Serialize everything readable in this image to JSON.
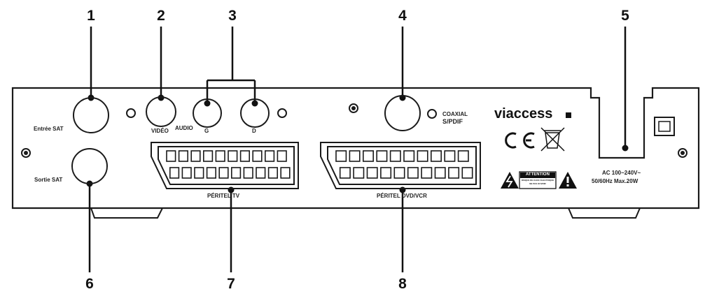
{
  "callouts": {
    "n1": "1",
    "n2": "2",
    "n3": "3",
    "n4": "4",
    "n5": "5",
    "n6": "6",
    "n7": "7",
    "n8": "8"
  },
  "panel": {
    "entree_sat": "Entrée SAT",
    "sortie_sat": "Sortie SAT",
    "video": "VIDÉO",
    "audio": "AUDIO",
    "audio_g": "G",
    "audio_d": "D",
    "coaxial": "COAXIAL",
    "spdif": "S/PDIF",
    "peritel_tv": "PÉRITEL TV",
    "peritel_dvd": "PÉRITEL DVD/VCR",
    "brand": "viaccess",
    "ce_mark": "CE",
    "attention": "ATTENTION",
    "attention_sub1": "RISQUE DE CHOC ÉLECTRIQUE",
    "attention_sub2": "NE PAS OUVRIR",
    "power_line1": "AC 100~240V~",
    "power_line2": "50/60Hz Max.20W"
  },
  "colors": {
    "outline": "#1a1a1a",
    "panel_fill": "#ffffff",
    "warning_fill": "#111111"
  }
}
